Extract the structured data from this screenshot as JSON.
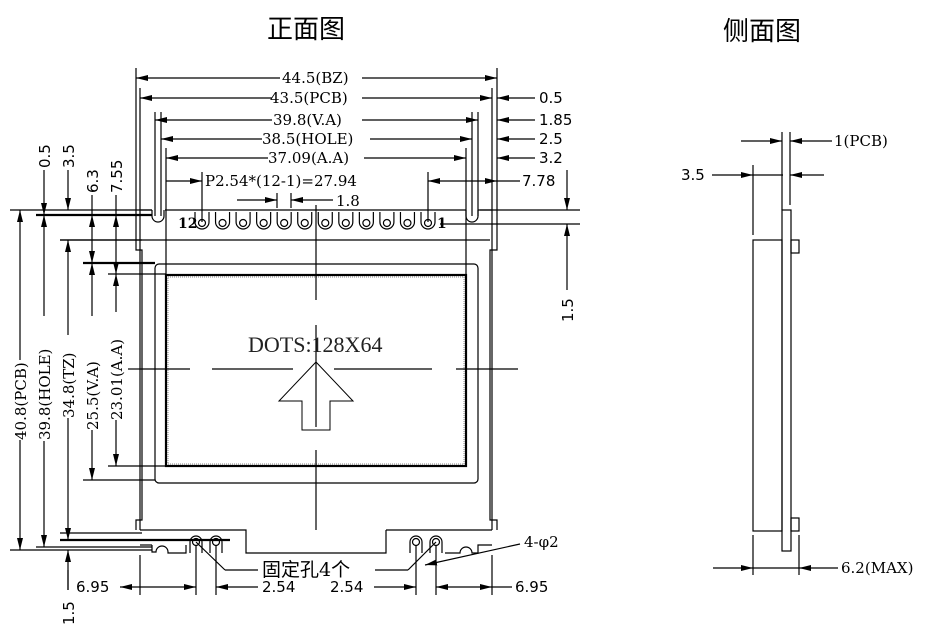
{
  "titles": {
    "front_view": "正面图",
    "side_view": "侧面图"
  },
  "front": {
    "horizontal_dims": {
      "bz": "44.5(BZ)",
      "pcb": "43.5(PCB)",
      "va": "39.8(V.A)",
      "hole": "38.5(HOLE)",
      "aa": "37.09(A.A)",
      "pitch": "P2.54*(12-1)=27.94",
      "pin_width": "1.8"
    },
    "right_offsets": {
      "r1": "0.5",
      "r2": "1.85",
      "r3": "2.5",
      "r4": "3.2",
      "r5": "7.78"
    },
    "vertical_dims": {
      "pcb": "40.8(PCB)",
      "hole": "39.8(HOLE)",
      "tz": "34.8(TZ)",
      "va": "25.5(V.A)",
      "aa": "23.01(A.A)"
    },
    "top_offsets": {
      "t1": "0.5",
      "t2": "3.5",
      "t3": "6.3",
      "t4": "7.55"
    },
    "right_vertical": "1.5",
    "bottom_left_vertical": "1.5",
    "pins": {
      "first": "12",
      "last": "1",
      "count": 12
    },
    "display_label": "DOTS:128X64",
    "bottom_dims": {
      "left_edge": "6.95",
      "left_pitch": "2.54",
      "right_pitch": "2.54",
      "right_edge": "6.95"
    },
    "mounting_holes_label": "固定孔4个",
    "hole_diameter": "4-φ2"
  },
  "side": {
    "pcb_thickness": "1(PCB)",
    "bezel_depth": "3.5",
    "max_thickness": "6.2(MAX)"
  }
}
